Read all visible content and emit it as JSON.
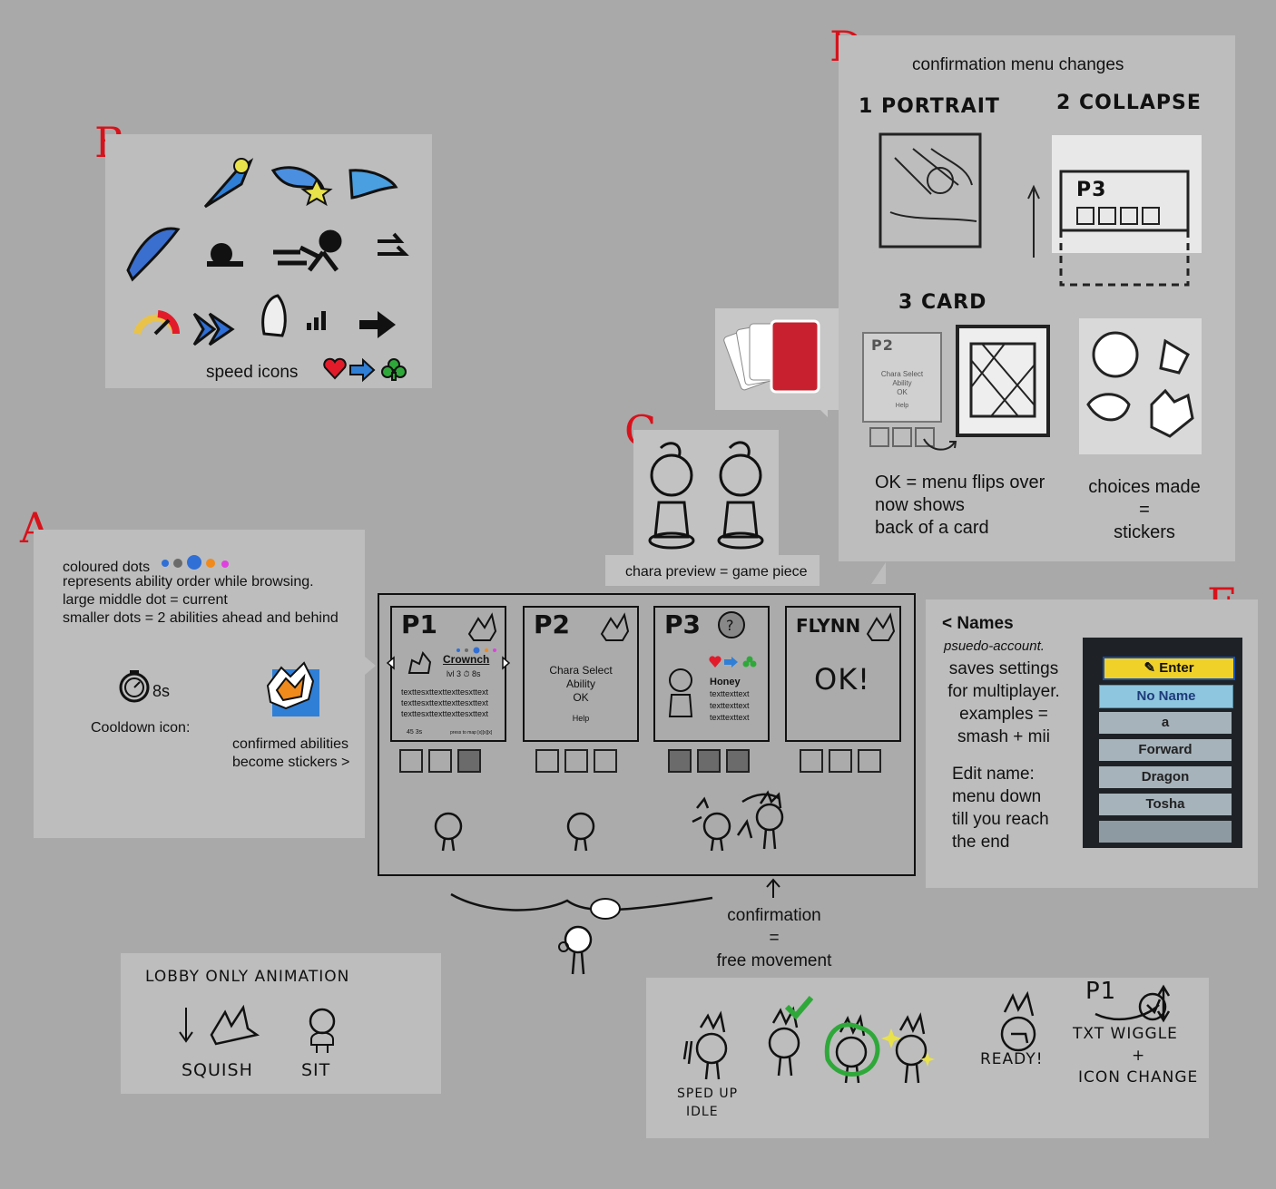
{
  "letters": {
    "a": "A",
    "b": "B",
    "c": "C",
    "d": "D",
    "e": "E"
  },
  "sectionA": {
    "dots_line": "coloured dots",
    "line2": "represents ability order while browsing.",
    "line3": "large middle dot = current",
    "line4": "smaller dots = 2 abilities ahead and behind",
    "timer_text": "8s",
    "cooldown_label": "Cooldown icon:",
    "stickers_line1": "confirmed abilities",
    "stickers_line2": "become stickers >",
    "dot_colors": [
      "#2f6fd6",
      "#6a6a6a",
      "#2f6fd6",
      "#f08a1c",
      "#e040e0"
    ]
  },
  "sectionB": {
    "label": "speed icons",
    "heart": "#e21b2b",
    "arrow": "#2f7fd6",
    "club": "#2fa83a"
  },
  "sectionC": {
    "label": "chara preview = game piece"
  },
  "sectionD": {
    "title": "confirmation menu changes",
    "item1": "1 PORTRAIT",
    "item2": "2 COLLAPSE",
    "item3": "3 CARD",
    "ok_line1": "OK = menu flips over",
    "ok_line2": "now shows",
    "ok_line3": "back of a card",
    "choices_line1": "choices made",
    "choices_line2": "=",
    "choices_line3": "stickers",
    "mini_p2": "P2",
    "mini_lines": [
      "Chara Select",
      "Ability",
      "OK"
    ],
    "mini_help": "Help",
    "collapse_p3": "P3"
  },
  "sectionE": {
    "names_title": "< Names",
    "sub": "psuedo-account.",
    "l1": "saves settings",
    "l2": "for multiplayer.",
    "l3": "examples =",
    "l4": "smash + mii",
    "l5": "Edit name:",
    "l6": "menu down",
    "l7": "till you reach",
    "l8": "the end",
    "menu": [
      "Enter",
      "No Name",
      "a",
      "Forward",
      "Dragon",
      "Tosha"
    ]
  },
  "lobby": {
    "p1": {
      "title": "P1",
      "ability": "Crownch",
      "meta": "lvl 3  ⏱ 8s",
      "text": [
        "texttesxttexttexttesxttext",
        "texttesxttexttexttesxttext",
        "texttesxttexttexttesxttext"
      ],
      "footer": "45   3s",
      "footer_right": "press to map [x][x][x]"
    },
    "p2": {
      "title": "P2",
      "lines": [
        "Chara Select",
        "Ability",
        "OK"
      ],
      "help": "Help"
    },
    "p3": {
      "title": "P3",
      "name": "Honey",
      "lines": [
        "texttexttext",
        "texttexttext",
        "texttexttext"
      ]
    },
    "p4": {
      "title": "FLYNN",
      "ok": "OK!"
    }
  },
  "confirmation": {
    "l1": "confirmation",
    "l2": "=",
    "l3": "free movement"
  },
  "lobbyAnim": {
    "title": "LOBBY ONLY ANIMATION",
    "squish": "SQUISH",
    "sit": "SIT"
  },
  "ready": {
    "sped": "SPED UP",
    "idle": "IDLE",
    "ready": "READY!",
    "p1": "P1",
    "wiggle": "TXT WIGGLE",
    "plus": "+",
    "icon": "ICON CHANGE"
  }
}
